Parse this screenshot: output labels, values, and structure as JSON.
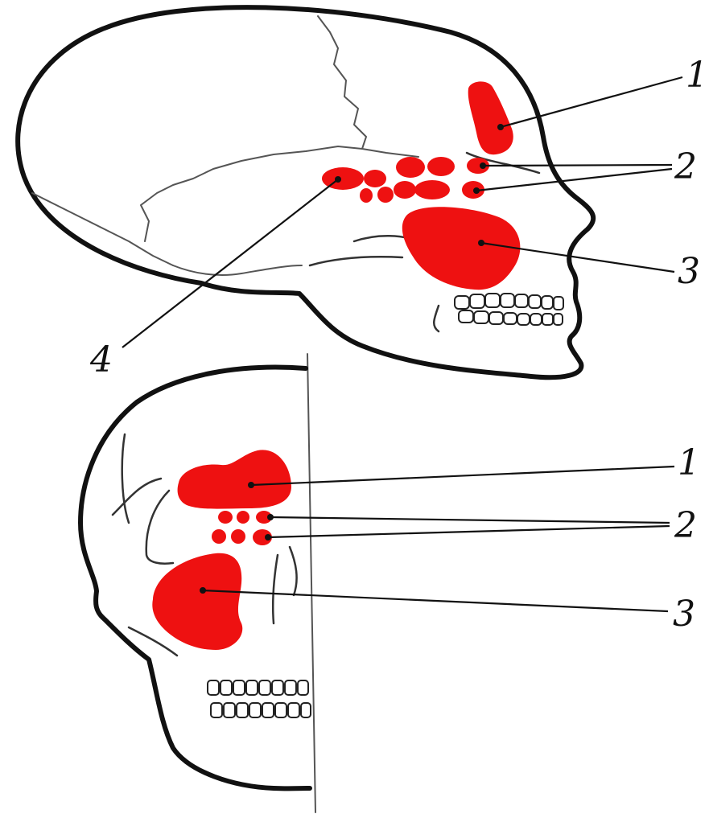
{
  "colors": {
    "zone": "#ee1111",
    "outline": "#111111"
  },
  "lateral_view": {
    "labels": [
      "1",
      "2",
      "3",
      "4"
    ]
  },
  "frontal_view": {
    "labels": [
      "1",
      "2",
      "3"
    ]
  }
}
